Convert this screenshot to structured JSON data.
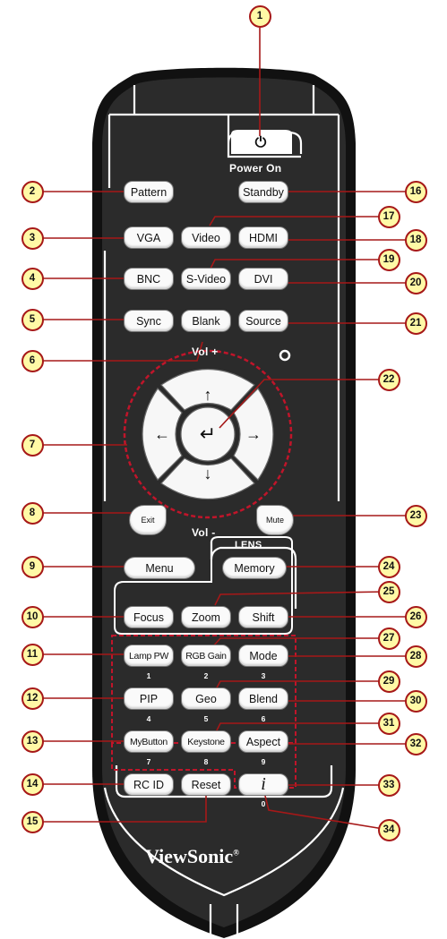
{
  "brand": "ViewSonic",
  "brand_mark": "®",
  "labels": {
    "power_on": "Power On",
    "vol_up": "Vol +",
    "vol_down": "Vol -",
    "lens": "LENS"
  },
  "icons": {
    "power": "power-icon",
    "up": "arrow-up-icon",
    "down": "arrow-down-icon",
    "left": "arrow-left-icon",
    "right": "arrow-right-icon",
    "enter": "enter-icon",
    "info": "info-icon",
    "ir_led": "ir-led-icon"
  },
  "colors": {
    "body": "#2b2b2b",
    "body_edge": "#111111",
    "button": "#fafafa",
    "callout_fill": "#fff9a6",
    "callout_ring": "#a61818",
    "leader": "#a61818",
    "dashed": "#c0152a"
  },
  "buttons": {
    "pattern": "Pattern",
    "standby": "Standby",
    "vga": "VGA",
    "video": "Video",
    "hdmi": "HDMI",
    "bnc": "BNC",
    "s_video": "S-Video",
    "dvi": "DVI",
    "sync": "Sync",
    "blank": "Blank",
    "source": "Source",
    "exit": "Exit",
    "mute": "Mute",
    "menu": "Menu",
    "memory": "Memory",
    "focus": "Focus",
    "zoom": "Zoom",
    "shift": "Shift",
    "lamp_pw": "Lamp PW",
    "rgb_gain": "RGB Gain",
    "mode": "Mode",
    "pip": "PIP",
    "geo": "Geo",
    "blend": "Blend",
    "mybutton": "MyButton",
    "keystone": "Keystone",
    "aspect": "Aspect",
    "rc_id": "RC ID",
    "reset": "Reset",
    "info": "i"
  },
  "numbers": {
    "n1": "1",
    "n2": "2",
    "n3": "3",
    "n4": "4",
    "n5": "5",
    "n6": "6",
    "n7": "7",
    "n8": "8",
    "n9": "9",
    "n0": "0"
  },
  "callouts": {
    "c1": "1",
    "c2": "2",
    "c3": "3",
    "c4": "4",
    "c5": "5",
    "c6": "6",
    "c7": "7",
    "c8": "8",
    "c9": "9",
    "c10": "10",
    "c11": "11",
    "c12": "12",
    "c13": "13",
    "c14": "14",
    "c15": "15",
    "c16": "16",
    "c17": "17",
    "c18": "18",
    "c19": "19",
    "c20": "20",
    "c21": "21",
    "c22": "22",
    "c23": "23",
    "c24": "24",
    "c25": "25",
    "c26": "26",
    "c27": "27",
    "c28": "28",
    "c29": "29",
    "c30": "30",
    "c31": "31",
    "c32": "32",
    "c33": "33",
    "c34": "34"
  }
}
